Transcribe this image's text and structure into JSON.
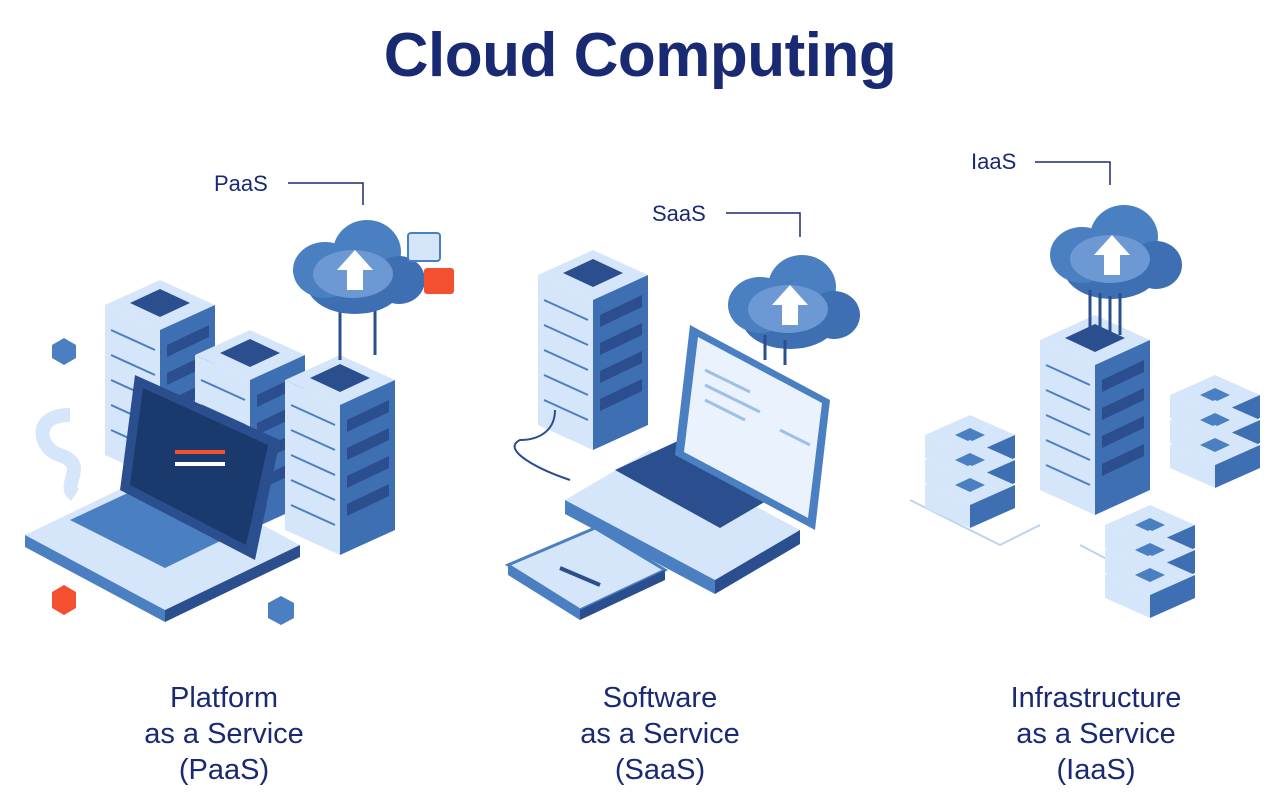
{
  "title": "Cloud Computing",
  "colors": {
    "navy": "#1a2a72",
    "blue": "#4a7fc1",
    "blue_dark": "#2b4f8e",
    "blue_light": "#d6e6fa",
    "accent_red": "#f2502f"
  },
  "sections": [
    {
      "tag": "PaaS",
      "caption": [
        "Platform",
        "as a Service",
        "(PaaS)"
      ]
    },
    {
      "tag": "SaaS",
      "caption": [
        "Software",
        "as a Service",
        "(SaaS)"
      ]
    },
    {
      "tag": "IaaS",
      "caption": [
        "Infrastructure",
        "as a Service",
        "(IaaS)"
      ]
    }
  ]
}
